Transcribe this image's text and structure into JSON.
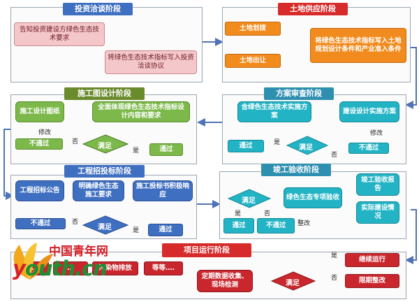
{
  "stages": {
    "s1": "投资洽谈阶段",
    "s2": "土地供应阶段",
    "s3": "施工图设计阶段",
    "s4": "方案审查阶段",
    "s5": "工程招投标阶段",
    "s6": "竣工验收阶段",
    "s7": "项目运行阶段"
  },
  "nodes": {
    "inform": "告知投资建设方绿色生态技术要求",
    "write_invest": "将绿色生态技术指标写入投资洽谈协议",
    "land_alloc": "土地划拨",
    "land_sale": "土地出让",
    "write_land": "将绿色生态技术指标写入土地规划设计条件和产业准入条件",
    "design_doc": "施工设计图纸",
    "full_reflect": "全面体现绿色生态技术指标设计内容和要求",
    "green_plan": "含绿色生态技术实施方案",
    "impl_plan": "建设设计实施方案",
    "bid_notice": "工程招标公告",
    "clarify": "明确绿色生态施工要求",
    "bid_resp": "施工投标书积极响应",
    "green_special": "绿色生态专项验收",
    "accept_report": "竣工验收报告",
    "actual_status": "实际建设情况",
    "op_item1": "…",
    "op_item2": "…",
    "op_item3": "污染物排放",
    "op_item4": "等等….",
    "monitor": "定期数据收集、现场检测",
    "continue": "继续运行",
    "rectify": "限期整改"
  },
  "decisions": {
    "satisfy": "满足"
  },
  "labels": {
    "pass": "通过",
    "fail": "不通过",
    "no": "否",
    "yes": "是",
    "modify": "修改",
    "rectify": "整改"
  },
  "logo": {
    "cn": "中国青年网",
    "en_y": "y",
    "en_rest": "outh.cn"
  },
  "colors": {
    "pink": "#f4c7ca",
    "orange": "#f18b1e",
    "green": "#7cb84a",
    "teal": "#22b3c5",
    "blue": "#3f6fc1",
    "red": "#c9262e",
    "arrow": "#4f72b8"
  }
}
